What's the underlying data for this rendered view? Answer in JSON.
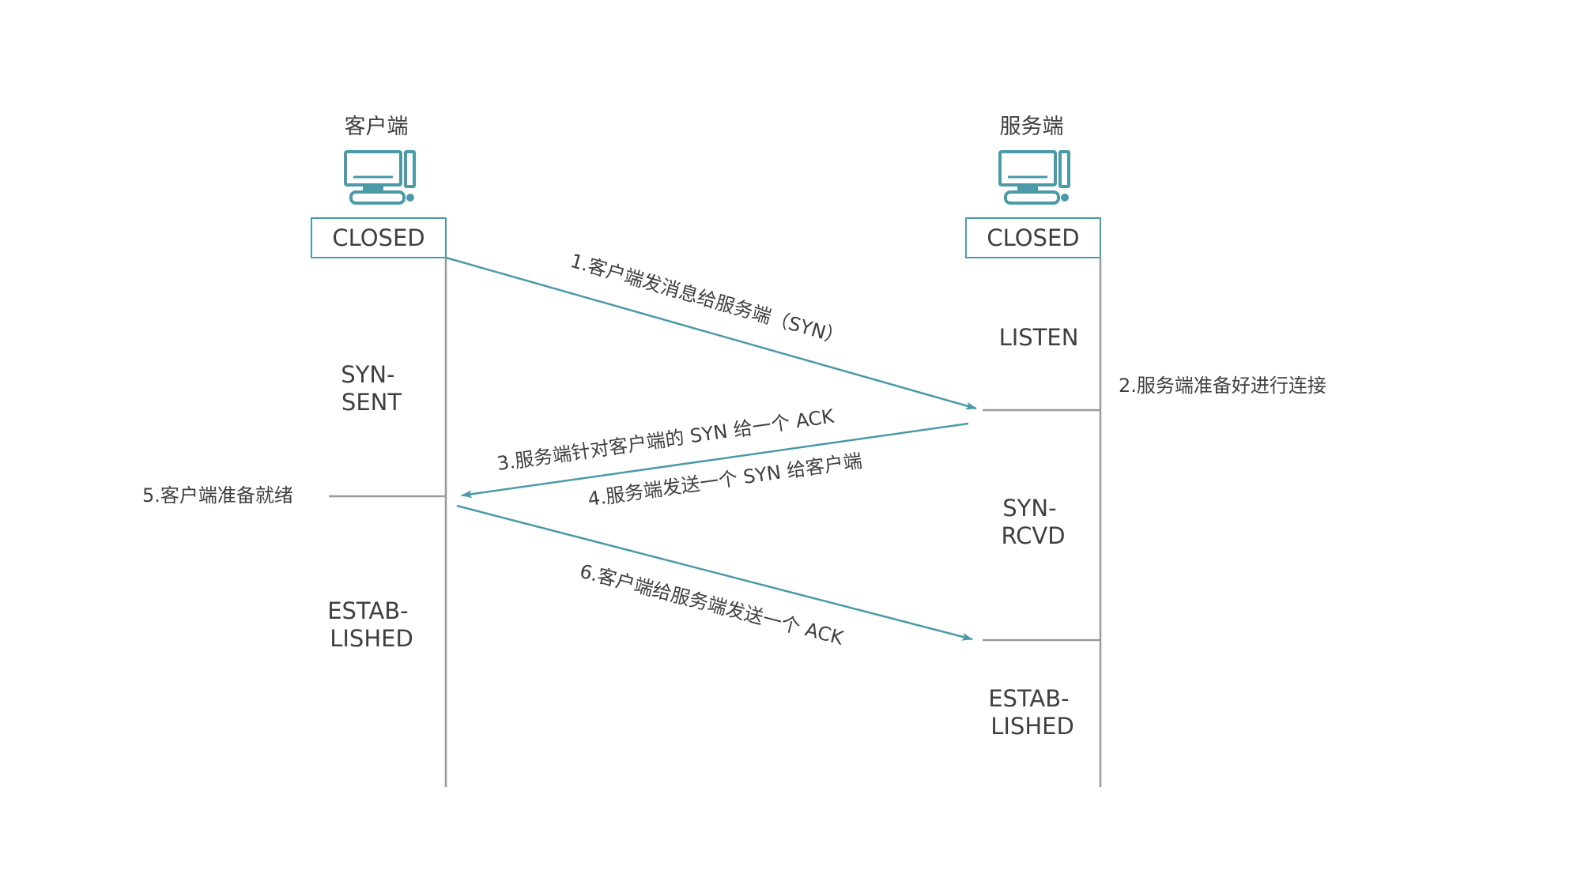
{
  "colors": {
    "accent": "#4a9aa8",
    "line": "#9a9a9a",
    "text": "#3f3f3f"
  },
  "client": {
    "title": "客户端",
    "icon": "computer-icon",
    "initial_state": "CLOSED",
    "states": [
      [
        "SYN-",
        "SENT"
      ],
      [
        "ESTAB-",
        "LISHED"
      ]
    ],
    "note": "5.客户端准备就绪"
  },
  "server": {
    "title": "服务端",
    "icon": "computer-icon",
    "initial_state": "CLOSED",
    "states": [
      [
        "LISTEN"
      ],
      [
        "SYN-",
        "RCVD"
      ],
      [
        "ESTAB-",
        "LISHED"
      ]
    ],
    "note": "2.服务端准备好进行连接"
  },
  "messages": [
    {
      "text": "1.客户端发消息给服务端（SYN）",
      "from": "client",
      "to": "server"
    },
    {
      "text": "3.服务端针对客户端的 SYN 给一个 ACK",
      "from": "server",
      "to": "client"
    },
    {
      "text": "4.服务端发送一个 SYN 给客户端",
      "from": "server",
      "to": "client"
    },
    {
      "text": "6.客户端给服务端发送一个 ACK",
      "from": "client",
      "to": "server"
    }
  ]
}
